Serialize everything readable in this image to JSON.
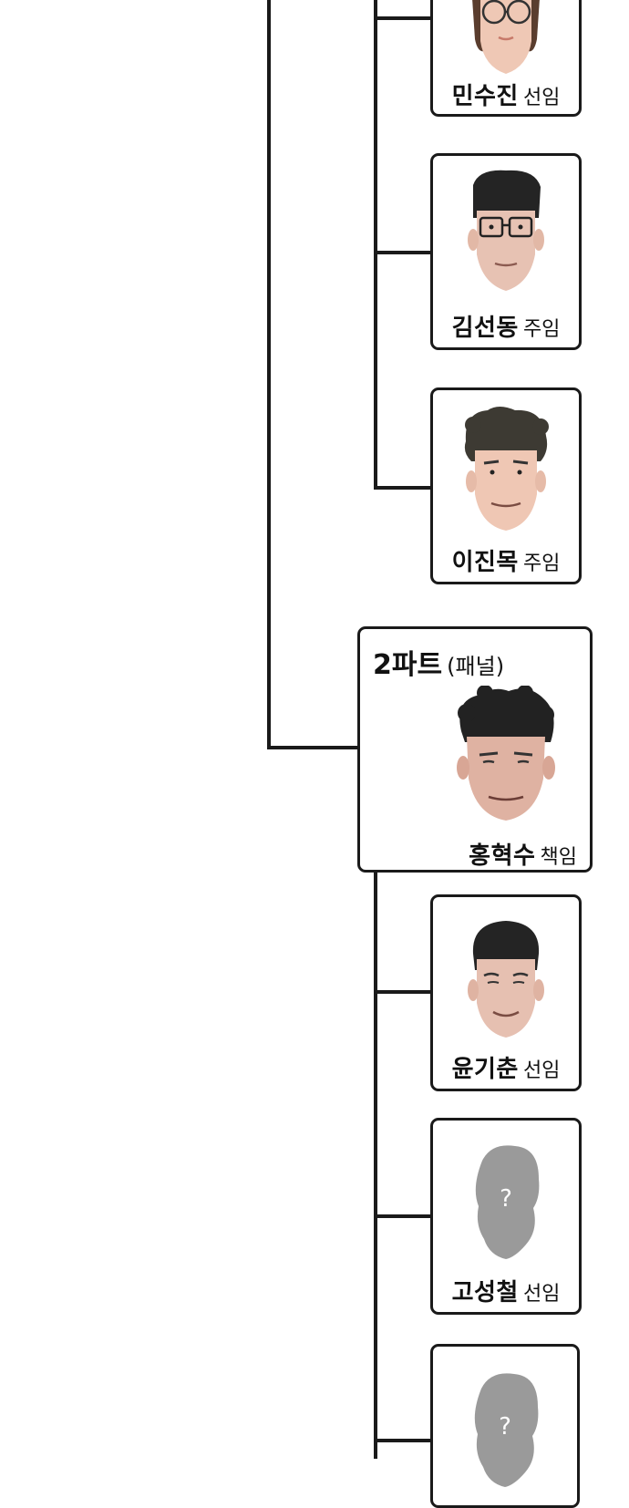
{
  "members_top": [
    {
      "name": "민수진",
      "rank": "선임",
      "face": "woman-glasses-face"
    },
    {
      "name": "김선동",
      "rank": "주임",
      "face": "man-glasses-face"
    },
    {
      "name": "이진목",
      "rank": "주임",
      "face": "curly-man-face"
    }
  ],
  "part2": {
    "title": "2파트",
    "dept": "(패널)",
    "lead": {
      "name": "홍혁수",
      "rank": "책임",
      "face": "curly-lead-face"
    }
  },
  "members_part2": [
    {
      "name": "윤기춘",
      "rank": "선임",
      "face": "man-face"
    },
    {
      "name": "고성철",
      "rank": "선임",
      "face": "unknown-silhouette",
      "mark": "?"
    },
    {
      "name": "",
      "rank": "",
      "face": "unknown-silhouette",
      "mark": "?"
    }
  ],
  "colors": {
    "line": "#1a1a1a",
    "skin": "#e9c3b2",
    "hair": "#2a2a2a",
    "silhouette": "#9a9a9a"
  }
}
